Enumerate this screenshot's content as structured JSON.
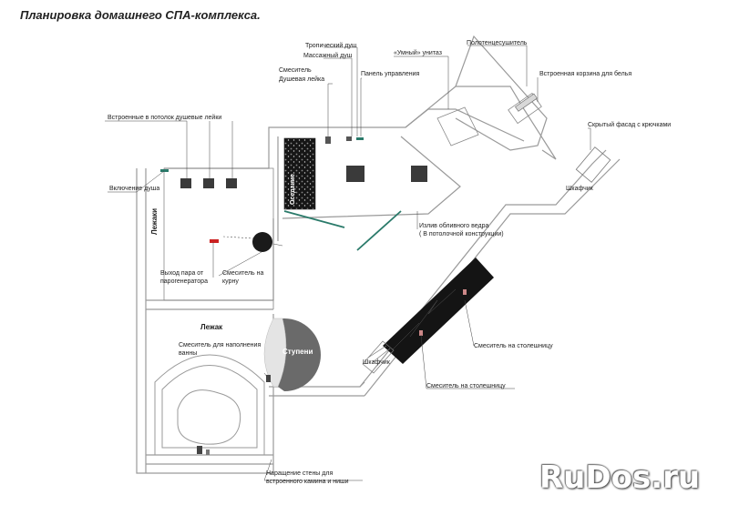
{
  "title": "Планировка домашнего СПА-комплекса.",
  "labels": {
    "tropical_shower": "Тропический душ",
    "massage_shower": "Массажный душ",
    "smart_toilet": "«Умный» унитаз",
    "towel_warmer": "Полотенцесушитель",
    "control_panel": "Панель управления",
    "mixer": "Смеситель",
    "shower_head": "Душевая лейка",
    "laundry_basket": "Встроенная корзина для белья",
    "ceiling_heads": "Встроенные  в потолок душевые лейки",
    "hidden_facade": "Скрытый фасад с крючками",
    "shower_switch": "Включение душа",
    "cabinet": "Шкафчик",
    "cabinet_small": "Шкафчик",
    "bucket_spout_1": "Излив обливного ведра",
    "bucket_spout_2": "( В потолочной конструкции)",
    "steam_outlet_1": "Выход пара от",
    "steam_outlet_2": "парогенератора",
    "tap_mixer_1": "Смеситель на",
    "tap_mixer_2": "курну",
    "counter_mixer_1": "Смеситель на столешницу",
    "counter_mixer_2": "Смеситель на столешницу",
    "bath_mixer_1": "Смеситель для наполнения",
    "bath_mixer_2": "ванны",
    "wall_extension_1": "Наращение стены для",
    "wall_extension_2": "встроенного камина и ниши"
  },
  "zones": {
    "loungers": "Лежаки",
    "lounger": "Лежак",
    "shower": "Оседание",
    "steps": "Ступени"
  },
  "watermark": "RuDos.ru",
  "colors": {
    "wall": "#9a9a9a",
    "dark": "#111111",
    "accent": "#2a7a6a",
    "red": "#cc2222"
  }
}
